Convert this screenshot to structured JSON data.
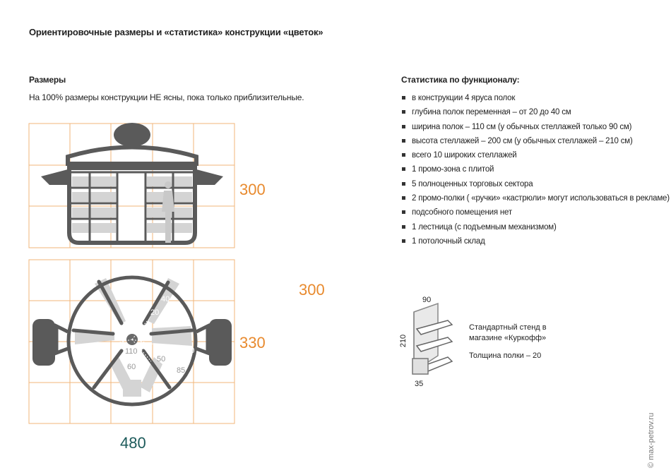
{
  "title": "Ориентировочные размеры и «статистика» конструкции «цветок»",
  "sizes": {
    "heading": "Размеры",
    "note": "На 100% размеры конструкции НЕ ясны, пока только приблизительные."
  },
  "stats": {
    "heading": "Статистика по функционалу:",
    "items": [
      "в конструкции 4 яруса полок",
      "глубина полок переменная – от 20 до 40 см",
      "ширина полок – 110 см (у обычных стеллажей только 90 см)",
      "высота стеллажей – 200 см (у обычных стеллажей – 210 см)",
      "всего 10 широких стеллажей",
      "1 промо-зона с плитой",
      "5 полноценных торговых сектора",
      "2 промо-полки ( «ручки» «кастрюли» могут использоваться в рекламе)",
      "подсобного помещения нет",
      "1 лестница (с подъемным механизмом)",
      "1 потолочный склад"
    ]
  },
  "dimensions": {
    "side_height": "300",
    "top_height": "330",
    "total_height": "300",
    "width": "480",
    "inner_110_left": "110",
    "inner_60": "60",
    "inner_50": "50",
    "inner_85": "85",
    "inner_110_right": "110",
    "inner_40": "40",
    "inner_20": "20"
  },
  "stand": {
    "top": "90",
    "height": "210",
    "bottom": "35",
    "caption": "Стандартный стенд в магазине «Куркофф»",
    "shelf": "Толщина полки – 20"
  },
  "colors": {
    "orange": "#e88a2e",
    "teal": "#1d5b5b",
    "body": "#5a5a5a",
    "shelf": "#d0d0d0"
  },
  "watermark": "© max-petrov.ru"
}
